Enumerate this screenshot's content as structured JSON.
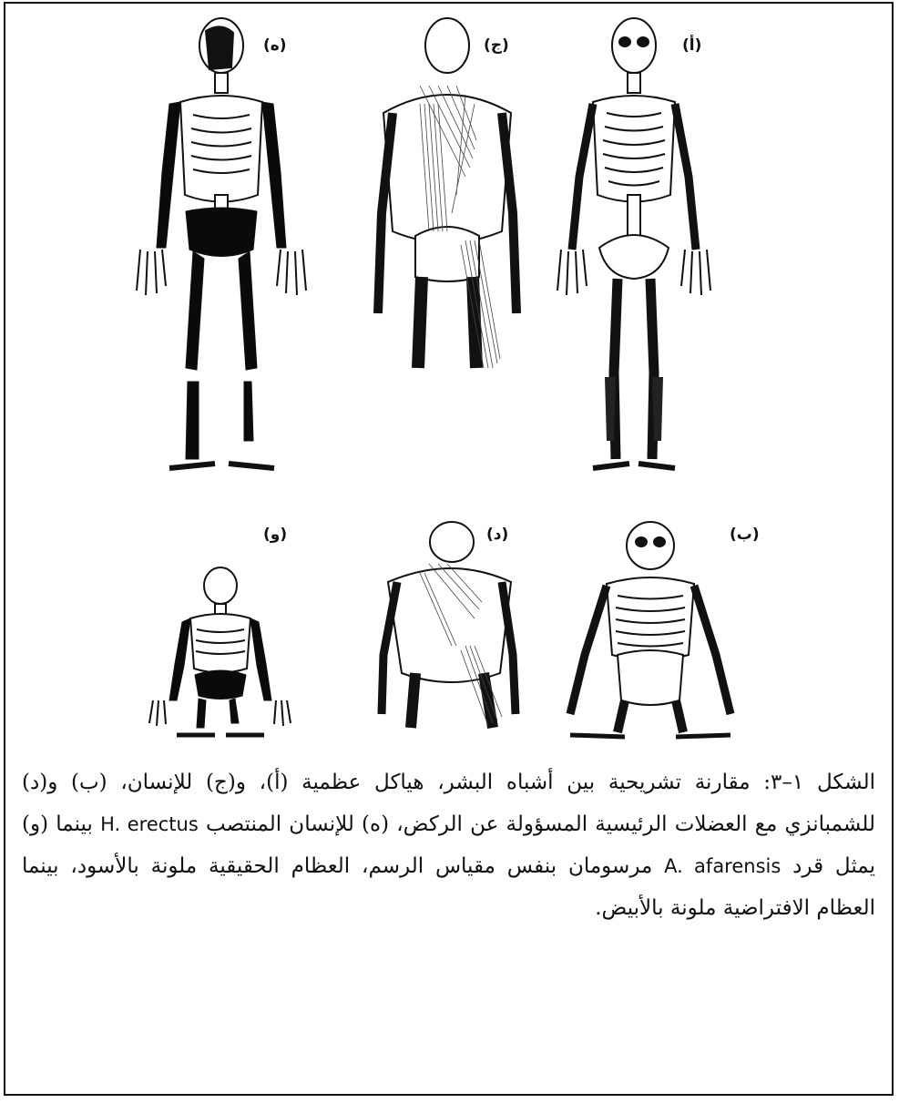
{
  "figure": {
    "panels": [
      {
        "id": "a",
        "label": "(أ)",
        "subject": "human",
        "view": "front-skeleton"
      },
      {
        "id": "c",
        "label": "(ج)",
        "subject": "human",
        "view": "back-muscles"
      },
      {
        "id": "e",
        "label": "(ه)",
        "subject": "H. erectus",
        "view": "front-skeleton-fossil"
      },
      {
        "id": "b",
        "label": "(ب)",
        "subject": "chimpanzee",
        "view": "front-skeleton"
      },
      {
        "id": "d",
        "label": "(د)",
        "subject": "chimpanzee",
        "view": "back-muscles"
      },
      {
        "id": "f",
        "label": "(و)",
        "subject": "A. afarensis",
        "view": "front-skeleton-fossil"
      }
    ]
  },
  "caption": {
    "part1": "الشكل ١–٣: مقارنة تشريحية بين أشباه البشر، هياكل عظمية (أ)، و(ج) للإنسان، (ب) و(د) للشمبانزي مع العضلات الرئيسية المسؤولة عن الركض، (ه) للإنسان المنتصب ",
    "species1": "H. erectus",
    "part2": " بينما (و) يمثل قرد ",
    "species2": "A. afarensis",
    "part3": " مرسومان بنفس مقياس الرسم، العظام الحقيقية ملونة بالأسود، بينما العظام الافتراضية ملونة بالأبيض."
  },
  "colors": {
    "ink": "#111111",
    "fossil": "#0a0a0a",
    "bone": "#ffffff",
    "muscle": "#555555"
  }
}
